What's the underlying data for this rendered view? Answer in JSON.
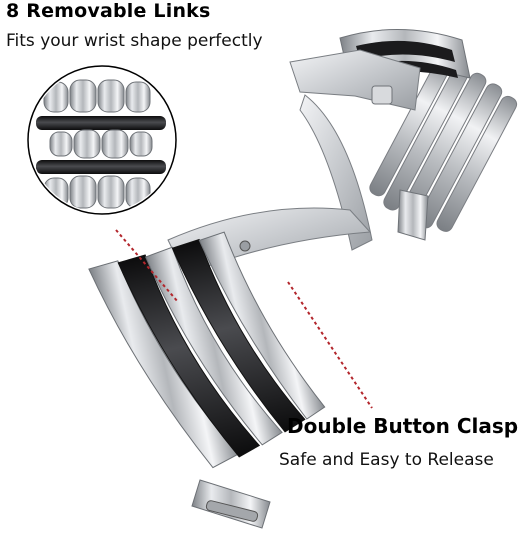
{
  "feature_links": {
    "title": "8 Removable Links",
    "subtitle": "Fits your wrist shape perfectly"
  },
  "feature_clasp": {
    "title": "Double Button Clasp",
    "subtitle": "Safe and Easy to Release"
  },
  "colors": {
    "steel": "#c9cbce",
    "steel_dark": "#8e9196",
    "black_link": "#1b1b1d",
    "leader_line": "#b3262c"
  }
}
